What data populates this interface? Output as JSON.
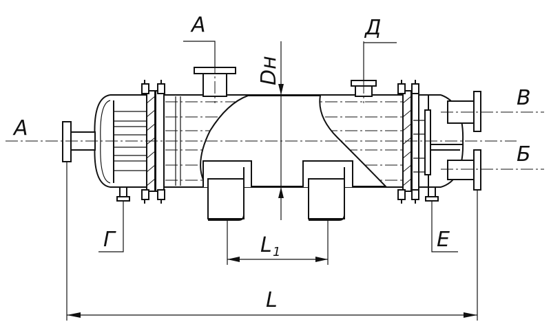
{
  "labels": {
    "port_top_left": "А",
    "port_left": "А",
    "port_top_right": "Д",
    "port_right_top": "В",
    "port_right_bottom": "Б",
    "drain_left": "Г",
    "drain_right": "Е",
    "diameter": "Dн",
    "length_sub": "L",
    "length_sub_index": "1",
    "length_total": "L"
  }
}
